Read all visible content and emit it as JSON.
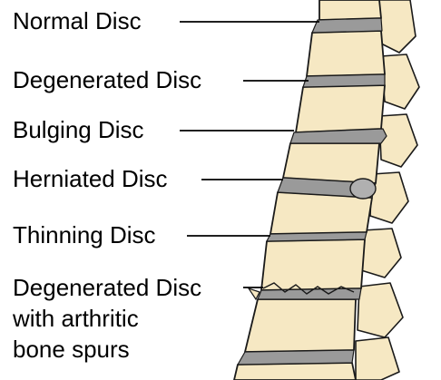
{
  "labels": {
    "normal_disc": "Normal Disc",
    "degenerated_disc": "Degenerated Disc",
    "bulging_disc": "Bulging Disc",
    "herniated_disc": "Herniated Disc",
    "thinning_disc": "Thinning Disc",
    "arthritic_line1": "Degenerated Disc",
    "arthritic_line2": "with arthritic",
    "arthritic_line3": "bone spurs"
  },
  "colors": {
    "bone": "#f6e8c3",
    "bone_outline": "#1a1a1a",
    "disc": "#9a9a9a",
    "disc_light": "#c9c9c9",
    "herniation": "#b0b0b0",
    "leader_line": "#000000",
    "text": "#000000"
  }
}
